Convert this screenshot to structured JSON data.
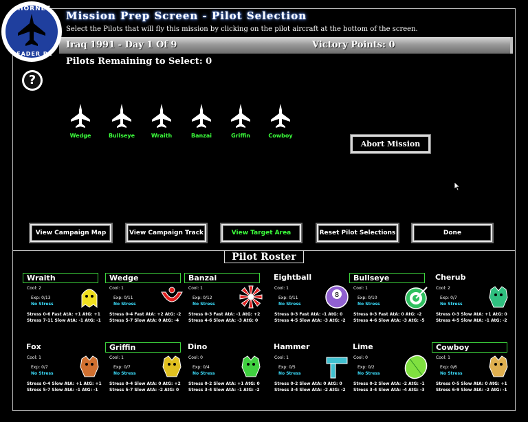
{
  "logo": {
    "top": "HORNET",
    "bottom": "LEADER PC"
  },
  "header": {
    "title": "Mission Prep Screen - Pilot Selection",
    "subtitle": "Select the Pilots that will fly this mission by clicking on the pilot aircraft at the bottom of the screen."
  },
  "campaign": {
    "name": "Iraq 1991 - Day 1 Of 9",
    "victory": "Victory Points: 0"
  },
  "remaining": "Pilots Remaining to Select: 0",
  "help": "?",
  "selected_pilots": [
    "Wedge",
    "Bullseye",
    "Wraith",
    "Banzai",
    "Griffin",
    "Cowboy"
  ],
  "abort_label": "Abort Mission",
  "buttons": [
    "View Campaign Map",
    "View Campaign Track",
    "View Target Area",
    "Reset Pilot Selections",
    "Done"
  ],
  "roster_title": "Pilot Roster",
  "roster": [
    {
      "name": "Wraith",
      "selected": true,
      "cool": "Cool: 2",
      "exp": "Exp: 0/13",
      "stress": "No Stress",
      "s1": "Stress 0-6 Fast AtA: +1 AtG: +1",
      "s2": "Stress 7-11 Slow AtA: -1 AtG: -1",
      "icon": "ghost-icon",
      "color": "#f0e020"
    },
    {
      "name": "Wedge",
      "selected": true,
      "cool": "Cool: 1",
      "exp": "Exp: 0/11",
      "stress": "No Stress",
      "s1": "Stress 0-4 Fast AtA: +2 AtG: -2",
      "s2": "Stress 5-7 Slow AtA: 0 AtG: -4",
      "icon": "wedge-emblem-icon",
      "color": "#e02020"
    },
    {
      "name": "Banzai",
      "selected": true,
      "cool": "Cool: 1",
      "exp": "Exp: 0/12",
      "stress": "No Stress",
      "s1": "Stress 0-3 Fast AtA: -1 AtG: +2",
      "s2": "Stress 4-6 Slow AtA: -3 AtG: 0",
      "icon": "rising-sun-icon",
      "color": "#e02020"
    },
    {
      "name": "Eightball",
      "selected": false,
      "cool": "Cool: 1",
      "exp": "Exp: 0/11",
      "stress": "No Stress",
      "s1": "Stress 0-3 Fast AtA: -1 AtG: 0",
      "s2": "Stress 4-5 Slow AtA: -3 AtG: -2",
      "icon": "eightball-icon",
      "color": "#9060d0"
    },
    {
      "name": "Bullseye",
      "selected": true,
      "cool": "Cool: 1",
      "exp": "Exp: 0/10",
      "stress": "No Stress",
      "s1": "Stress 0-3 Fast AtA: 0 AtG: -2",
      "s2": "Stress 4-6 Slow AtA: -3 AtG: -5",
      "icon": "target-icon",
      "color": "#30c060"
    },
    {
      "name": "Cherub",
      "selected": false,
      "cool": "Cool: 2",
      "exp": "Exp: 0/7",
      "stress": "No Stress",
      "s1": "Stress 0-3 Slow AtA: +1 AtG: 0",
      "s2": "Stress 4-5 Slow AtA: -1 AtG: -2",
      "icon": "cherub-icon",
      "color": "#30c080"
    },
    {
      "name": "Fox",
      "selected": false,
      "cool": "Cool: 1",
      "exp": "Exp: 0/7",
      "stress": "No Stress",
      "s1": "Stress 0-4 Slow AtA: +1 AtG: +1",
      "s2": "Stress 5-7 Slow AtA: -1 AtG: -1",
      "icon": "fox-icon",
      "color": "#d07030"
    },
    {
      "name": "Griffin",
      "selected": true,
      "cool": "Cool: 1",
      "exp": "Exp: 0/7",
      "stress": "No Stress",
      "s1": "Stress 0-4 Slow AtA: 0 AtG: +2",
      "s2": "Stress 5-7 Slow AtA: -2 AtG: 0",
      "icon": "griffin-icon",
      "color": "#e0c020"
    },
    {
      "name": "Dino",
      "selected": false,
      "cool": "Cool: 0",
      "exp": "Exp: 0/4",
      "stress": "No Stress",
      "s1": "Stress 0-2 Slow AtA: +1 AtG: 0",
      "s2": "Stress 3-4 Slow AtA: -1 AtG: -2",
      "icon": "dinosaur-icon",
      "color": "#40d040"
    },
    {
      "name": "Hammer",
      "selected": false,
      "cool": "Cool: 1",
      "exp": "Exp: 0/5",
      "stress": "No Stress",
      "s1": "Stress 0-2 Slow AtA: 0 AtG: 0",
      "s2": "Stress 3-4 Slow AtA: -2 AtG: -2",
      "icon": "hammer-icon",
      "color": "#40c0d0"
    },
    {
      "name": "Lime",
      "selected": false,
      "cool": "Cool: 0",
      "exp": "Exp: 0/2",
      "stress": "No Stress",
      "s1": "Stress 0-2 Slow AtA: -2 AtG: -1",
      "s2": "Stress 3-4 Slow AtA: -4 AtG: -3",
      "icon": "lime-icon",
      "color": "#80e040"
    },
    {
      "name": "Cowboy",
      "selected": true,
      "cool": "Cool: 1",
      "exp": "Exp: 0/6",
      "stress": "No Stress",
      "s1": "Stress 0-5 Slow AtA: 0 AtG: +1",
      "s2": "Stress 6-9 Slow AtA: -2 AtG: -1",
      "icon": "cowboy-icon",
      "color": "#e0b050"
    }
  ]
}
